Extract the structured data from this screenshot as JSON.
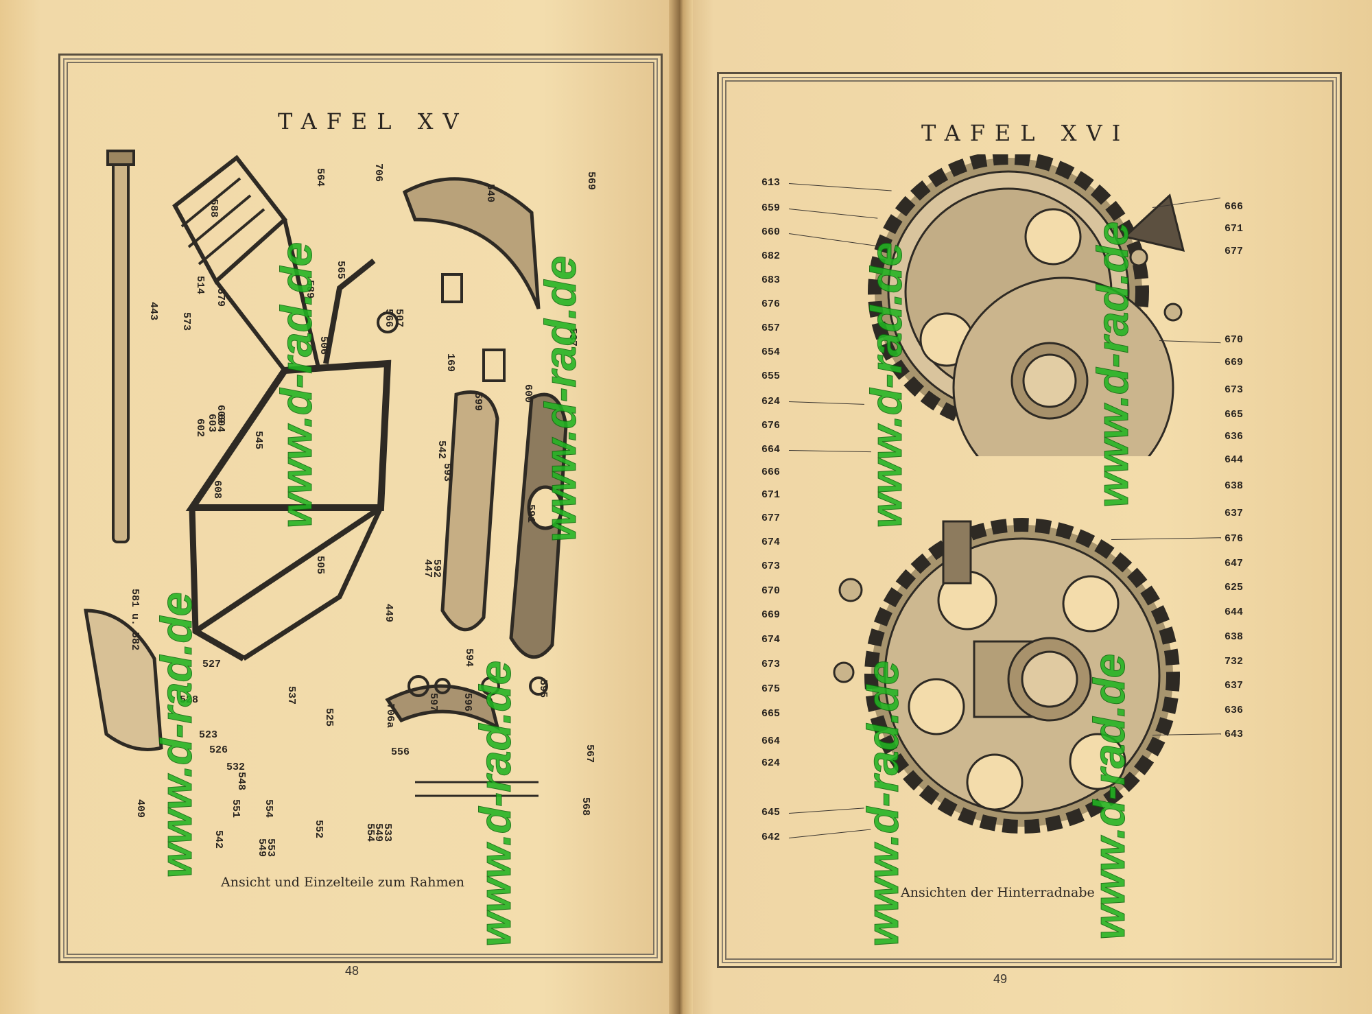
{
  "left_page": {
    "plate_title": "TAFEL XV",
    "caption": "Ansicht und Einzelteile zum Rahmen",
    "page_number": "48",
    "part_numbers": [
      "564",
      "706",
      "540",
      "569",
      "588",
      "573",
      "514",
      "579",
      "589",
      "565",
      "507",
      "566",
      "443",
      "169",
      "506",
      "609",
      "537",
      "602",
      "603",
      "604",
      "545",
      "542",
      "599",
      "593",
      "600",
      "608",
      "505",
      "447",
      "592",
      "591",
      "449",
      "581 u. 582",
      "527",
      "528",
      "523",
      "526",
      "532",
      "537",
      "525",
      "594",
      "706a",
      "597",
      "596",
      "595",
      "556",
      "567",
      "548",
      "568",
      "554",
      "551",
      "542",
      "552",
      "549",
      "553",
      "554",
      "549",
      "533",
      "409"
    ]
  },
  "right_page": {
    "plate_title": "TAFEL XVI",
    "caption": "Ansichten der Hinterradnabe",
    "page_number": "49",
    "upper_left_labels": [
      "613",
      "659",
      "660",
      "682",
      "683",
      "676",
      "657",
      "654",
      "655",
      "624",
      "676",
      "664"
    ],
    "upper_right_labels": [
      "666",
      "671",
      "677",
      "670",
      "669",
      "673",
      "665",
      "636",
      "644",
      "638",
      "637"
    ],
    "lower_left_labels": [
      "666",
      "671",
      "677",
      "674",
      "673",
      "670",
      "669",
      "674",
      "673",
      "675",
      "665",
      "664",
      "624",
      "645",
      "642"
    ],
    "lower_right_labels": [
      "676",
      "647",
      "625",
      "644",
      "638",
      "732",
      "637",
      "636",
      "643"
    ]
  },
  "watermark": "www.d-rad.de",
  "colors": {
    "paper": "#f3dcab",
    "ink": "#2a2520",
    "watermark": "#22b422"
  }
}
